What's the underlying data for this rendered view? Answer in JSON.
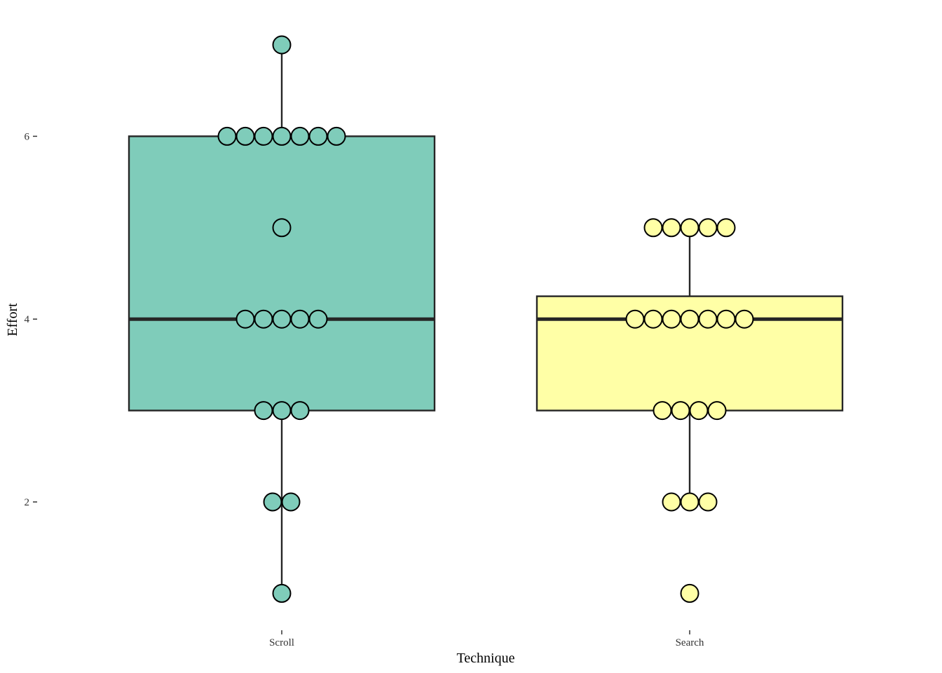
{
  "chart_data": {
    "type": "box",
    "title": "",
    "xlabel": "Technique",
    "ylabel": "Effort",
    "categories": [
      "Scroll",
      "Search"
    ],
    "y_ticks": [
      "2",
      "4",
      "6"
    ],
    "y_tick_values": [
      2,
      4,
      6
    ],
    "ylim": [
      0.7,
      7.2
    ],
    "grid": false,
    "legend": "none",
    "colors": {
      "Scroll": "#7fccba",
      "Search": "#ffffa6",
      "outline": "#262626",
      "point_outline": "#000000"
    },
    "boxes": [
      {
        "category": "Scroll",
        "whisker_low": 1,
        "q1": 3,
        "median": 4,
        "q3": 6,
        "whisker_high": 7
      },
      {
        "category": "Search",
        "whisker_low": 2,
        "q1": 3,
        "median": 4,
        "q3": 4.25,
        "whisker_high": 5
      }
    ],
    "points": [
      {
        "category": "Scroll",
        "values": [
          1,
          2,
          2,
          3,
          3,
          3,
          4,
          4,
          4,
          4,
          4,
          5,
          6,
          6,
          6,
          6,
          6,
          6,
          6,
          7
        ]
      },
      {
        "category": "Search",
        "values": [
          1,
          2,
          2,
          2,
          3,
          3,
          3,
          3,
          4,
          4,
          4,
          4,
          4,
          4,
          4,
          5,
          5,
          5,
          5,
          5
        ]
      }
    ]
  }
}
